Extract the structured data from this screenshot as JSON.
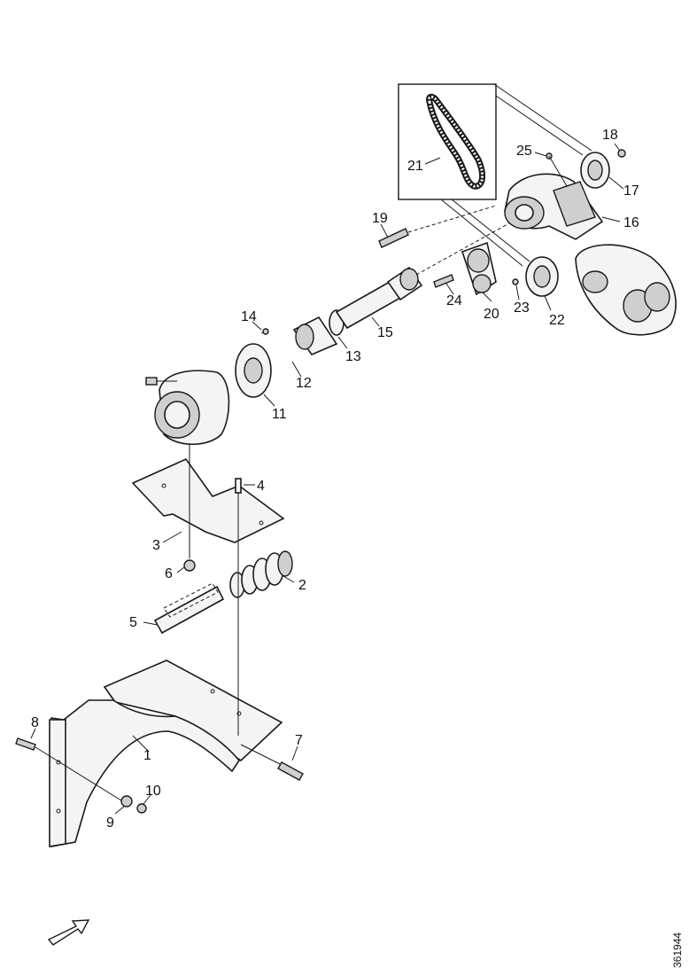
{
  "figure_ref": "361944",
  "callouts": {
    "c1": "1",
    "c2": "2",
    "c3": "3",
    "c4": "4",
    "c5": "5",
    "c6": "6",
    "c7": "7",
    "c8": "8",
    "c9": "9",
    "c10": "10",
    "c11": "11",
    "c12": "12",
    "c13": "13",
    "c14": "14",
    "c15": "15",
    "c16": "16",
    "c17": "17",
    "c18": "18",
    "c19": "19",
    "c20": "20",
    "c21": "21",
    "c22": "22",
    "c23": "23",
    "c24": "24",
    "c25": "25"
  },
  "icons": {
    "direction_arrow": "forward-arrow-icon"
  }
}
